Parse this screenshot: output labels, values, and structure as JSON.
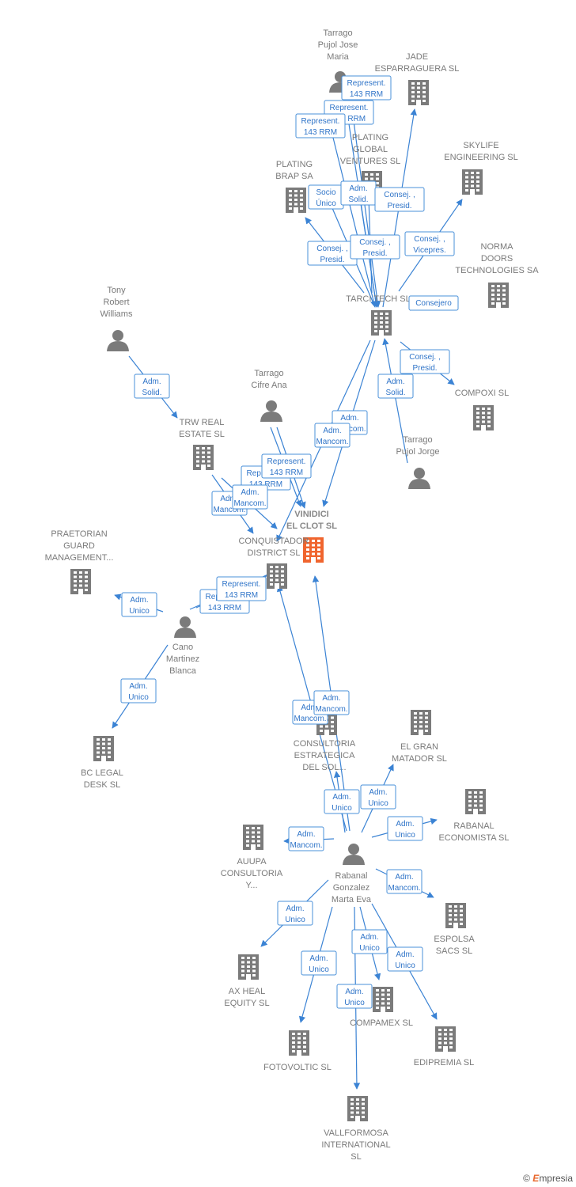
{
  "colors": {
    "building": "#7b7b7b",
    "person": "#7b7b7b",
    "focus": "#f0652e",
    "edge": "#3b83d4"
  },
  "nodes": [
    {
      "id": "p_tarrago_pujol_jose",
      "type": "person",
      "label": [
        "Tarrago",
        "Pujol Jose",
        "Maria"
      ]
    },
    {
      "id": "c_jade",
      "type": "company",
      "label": [
        "JADE",
        "ESPARRAGUERA SL"
      ]
    },
    {
      "id": "c_plating_global",
      "type": "company",
      "label": [
        "PLATING",
        "GLOBAL",
        "VENTURES  SL"
      ]
    },
    {
      "id": "c_plating_brap",
      "type": "company",
      "label": [
        "PLATING",
        "BRAP SA"
      ]
    },
    {
      "id": "c_skylife",
      "type": "company",
      "label": [
        "SKYLIFE",
        "ENGINEERING SL"
      ]
    },
    {
      "id": "c_norma",
      "type": "company",
      "label": [
        "NORMA",
        "DOORS",
        "TECHNOLOGIES SA"
      ]
    },
    {
      "id": "c_tarci",
      "type": "company",
      "label": [
        "TARCI TECH SL"
      ]
    },
    {
      "id": "p_tony",
      "type": "person",
      "label": [
        "Tony",
        "Robert",
        "Williams"
      ]
    },
    {
      "id": "c_compoxi",
      "type": "company",
      "label": [
        "COMPOXI  SL"
      ]
    },
    {
      "id": "p_tarrago_cifre",
      "type": "person",
      "label": [
        "Tarrago",
        "Cifre Ana"
      ]
    },
    {
      "id": "c_trw",
      "type": "company",
      "label": [
        "TRW REAL",
        "ESTATE  SL"
      ]
    },
    {
      "id": "p_tarrago_pujol_jorge",
      "type": "person",
      "label": [
        "Tarrago",
        "Pujol Jorge"
      ]
    },
    {
      "id": "c_vinidici",
      "type": "focus",
      "label": [
        "VINIDICI",
        "EL CLOT  SL"
      ]
    },
    {
      "id": "c_conquistador",
      "type": "company",
      "label": [
        "CONQUISTADOR",
        "DISTRICT  SL"
      ]
    },
    {
      "id": "c_praetorian",
      "type": "company",
      "label": [
        "PRAETORIAN",
        "GUARD",
        "MANAGEMENT..."
      ]
    },
    {
      "id": "p_cano",
      "type": "person",
      "label": [
        "Cano",
        "Martinez",
        "Blanca"
      ]
    },
    {
      "id": "c_bc_legal",
      "type": "company",
      "label": [
        "BC LEGAL",
        "DESK  SL"
      ]
    },
    {
      "id": "c_consultoria",
      "type": "company",
      "label": [
        "CONSULTORIA",
        "ESTRATEGICA",
        "DEL SOL..."
      ]
    },
    {
      "id": "c_el_gran",
      "type": "company",
      "label": [
        "EL GRAN",
        "MATADOR  SL"
      ]
    },
    {
      "id": "c_rabanal_eco",
      "type": "company",
      "label": [
        "RABANAL",
        "ECONOMISTA SL"
      ]
    },
    {
      "id": "c_auupa",
      "type": "company",
      "label": [
        "AUUPA",
        "CONSULTORIA",
        "Y..."
      ]
    },
    {
      "id": "p_rabanal",
      "type": "person",
      "label": [
        "Rabanal",
        "Gonzalez",
        "Marta Eva"
      ]
    },
    {
      "id": "c_espolsa",
      "type": "company",
      "label": [
        "ESPOLSA",
        "SACS  SL"
      ]
    },
    {
      "id": "c_ax_heal",
      "type": "company",
      "label": [
        "AX HEAL",
        "EQUITY  SL"
      ]
    },
    {
      "id": "c_compamex",
      "type": "company",
      "label": [
        "COMPAMEX SL"
      ]
    },
    {
      "id": "c_edipremia",
      "type": "company",
      "label": [
        "EDIPREMIA  SL"
      ]
    },
    {
      "id": "c_fotovoltic",
      "type": "company",
      "label": [
        "FOTOVOLTIC SL"
      ]
    },
    {
      "id": "c_vallformosa",
      "type": "company",
      "label": [
        "VALLFORMOSA",
        "INTERNATIONAL",
        "SL"
      ]
    }
  ],
  "edges": [
    {
      "from": "p_tarrago_pujol_jose",
      "to": "c_tarci",
      "label": [
        "Represent.",
        "143 RRM"
      ]
    },
    {
      "from": "p_tarrago_pujol_jose",
      "to": "c_tarci",
      "label": [
        "Represent.",
        "143 RRM"
      ]
    },
    {
      "from": "p_tarrago_pujol_jose",
      "to": "c_tarci",
      "label": [
        "Represent.",
        "143 RRM"
      ]
    },
    {
      "from": "c_tarci",
      "to": "c_plating_global",
      "label": [
        "Socio",
        "Único"
      ]
    },
    {
      "from": "c_tarci",
      "to": "c_plating_global",
      "label": [
        "Adm.",
        "Solid."
      ]
    },
    {
      "from": "c_tarci",
      "to": "c_jade",
      "label": [
        "Consej. ,",
        "Presid."
      ]
    },
    {
      "from": "c_tarci",
      "to": "c_skylife",
      "label": [
        "Consej. ,",
        "Vicepres."
      ]
    },
    {
      "from": "c_tarci",
      "to": "c_plating_brap",
      "label": [
        "Consej. ,",
        "Presid."
      ]
    },
    {
      "from": "c_tarci",
      "to": "c_plating_global",
      "label": [
        "Consej. ,",
        "Presid."
      ]
    },
    {
      "from": "c_tarci",
      "to": "c_norma",
      "label": [
        "Consejero"
      ]
    },
    {
      "from": "c_tarci",
      "to": "c_compoxi",
      "label": [
        "Consej. ,",
        "Presid."
      ]
    },
    {
      "from": "p_tarrago_pujol_jorge",
      "to": "c_tarci",
      "label": [
        "Adm.",
        "Solid."
      ]
    },
    {
      "from": "c_tarci",
      "to": "c_vinidici",
      "label": [
        "Adm.",
        "Mancom."
      ]
    },
    {
      "from": "c_tarci",
      "to": "c_conquistador",
      "label": [
        "Adm.",
        "Mancom."
      ]
    },
    {
      "from": "p_tony",
      "to": "c_trw",
      "label": [
        "Adm.",
        "Solid."
      ]
    },
    {
      "from": "p_tarrago_cifre",
      "to": "c_vinidici",
      "label": [
        "Represent.",
        "143 RRM"
      ]
    },
    {
      "from": "p_tarrago_cifre",
      "to": "c_vinidici",
      "label": [
        "Represent.",
        "143 RRM"
      ]
    },
    {
      "from": "c_trw",
      "to": "c_conquistador",
      "label": [
        "Adm.",
        "Mancom."
      ]
    },
    {
      "from": "c_trw",
      "to": "c_vinidici",
      "label": [
        "Adm.",
        "Mancom."
      ]
    },
    {
      "from": "p_cano",
      "to": "c_conquistador",
      "label": [
        "Represent.",
        "143 RRM"
      ]
    },
    {
      "from": "p_cano",
      "to": "c_conquistador",
      "label": [
        "Represent.",
        "143 RRM"
      ]
    },
    {
      "from": "p_cano",
      "to": "c_praetorian",
      "label": [
        "Adm.",
        "Unico"
      ]
    },
    {
      "from": "p_cano",
      "to": "c_bc_legal",
      "label": [
        "Adm.",
        "Unico"
      ]
    },
    {
      "from": "p_rabanal",
      "to": "c_conquistador",
      "label": [
        "Adm.",
        "Mancom."
      ]
    },
    {
      "from": "p_rabanal",
      "to": "c_vinidici",
      "label": [
        "Adm.",
        "Mancom."
      ]
    },
    {
      "from": "p_rabanal",
      "to": "c_consultoria",
      "label": [
        "Adm.",
        "Unico"
      ]
    },
    {
      "from": "p_rabanal",
      "to": "c_el_gran",
      "label": [
        "Adm.",
        "Unico"
      ]
    },
    {
      "from": "p_rabanal",
      "to": "c_rabanal_eco",
      "label": [
        "Adm.",
        "Unico"
      ]
    },
    {
      "from": "p_rabanal",
      "to": "c_auupa",
      "label": [
        "Adm.",
        "Mancom."
      ]
    },
    {
      "from": "p_rabanal",
      "to": "c_espolsa",
      "label": [
        "Adm.",
        "Mancom."
      ]
    },
    {
      "from": "p_rabanal",
      "to": "c_ax_heal",
      "label": [
        "Adm.",
        "Unico"
      ]
    },
    {
      "from": "p_rabanal",
      "to": "c_compamex",
      "label": [
        "Adm.",
        "Unico"
      ]
    },
    {
      "from": "p_rabanal",
      "to": "c_edipremia",
      "label": [
        "Adm.",
        "Unico"
      ]
    },
    {
      "from": "p_rabanal",
      "to": "c_fotovoltic",
      "label": [
        "Adm.",
        "Unico"
      ]
    },
    {
      "from": "p_rabanal",
      "to": "c_vallformosa",
      "label": [
        "Adm.",
        "Unico"
      ]
    }
  ],
  "brand": {
    "symbol": "©",
    "initial": "E",
    "rest": "mpresia"
  }
}
